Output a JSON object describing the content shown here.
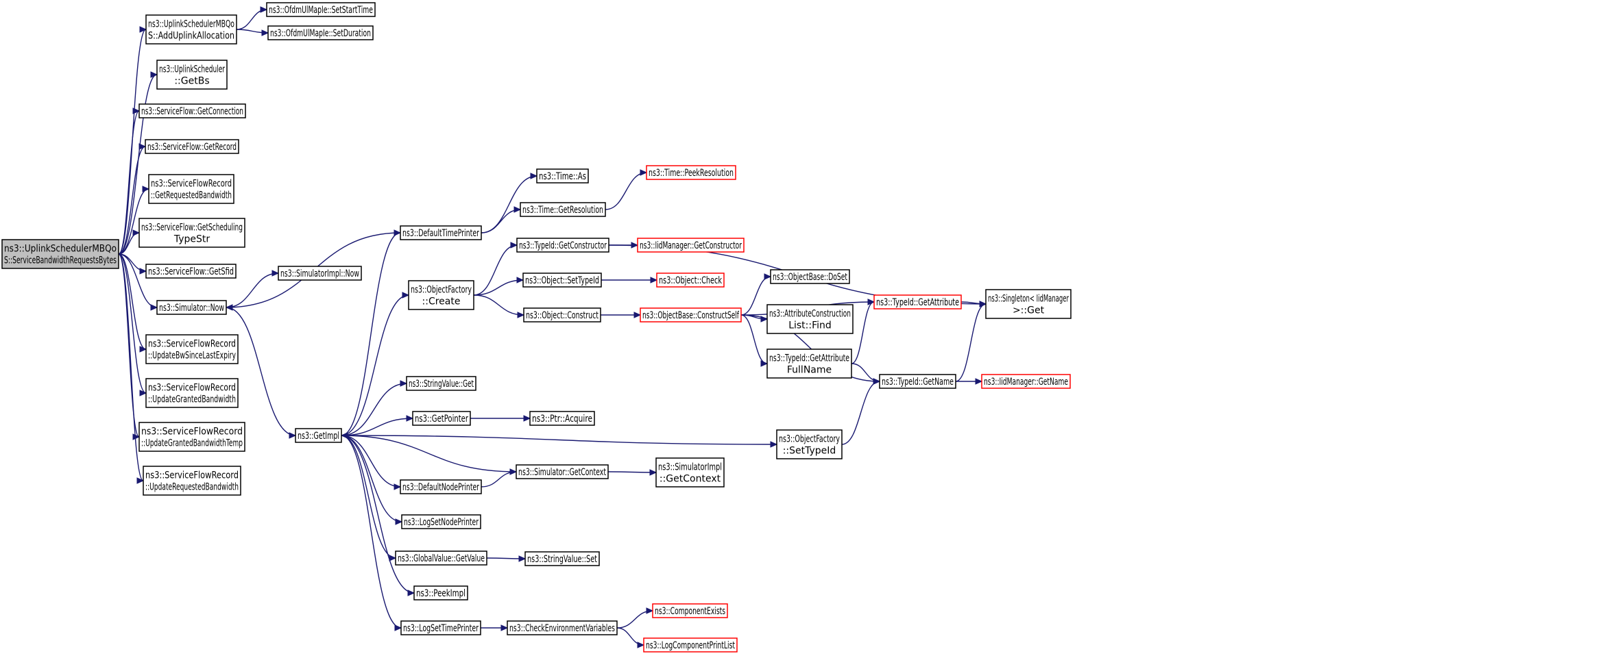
{
  "colors": {
    "edge": "#191970",
    "node_border": "#000000",
    "truncated_border": "#ff0000",
    "root_fill": "#bfbfbf",
    "background": "#ffffff"
  },
  "nodes": [
    {
      "id": "root",
      "lines": [
        "ns3::UplinkSchedulerMBQo",
        "S::ServiceBandwidthRequestsBytes"
      ],
      "root": true
    },
    {
      "id": "addul",
      "lines": [
        "ns3::UplinkSchedulerMBQo",
        "S::AddUplinkAllocation"
      ]
    },
    {
      "id": "setstart",
      "lines": [
        "ns3::OfdmUlMapIe::SetStartTime"
      ]
    },
    {
      "id": "setdur",
      "lines": [
        "ns3::OfdmUlMapIe::SetDuration"
      ]
    },
    {
      "id": "getbs",
      "lines": [
        "ns3::UplinkScheduler",
        "::GetBs"
      ]
    },
    {
      "id": "getconn",
      "lines": [
        "ns3::ServiceFlow::GetConnection"
      ]
    },
    {
      "id": "getrec",
      "lines": [
        "ns3::ServiceFlow::GetRecord"
      ]
    },
    {
      "id": "getreqbw",
      "lines": [
        "ns3::ServiceFlowRecord",
        "::GetRequestedBandwidth"
      ]
    },
    {
      "id": "getsched",
      "lines": [
        "ns3::ServiceFlow::GetScheduling",
        "TypeStr"
      ]
    },
    {
      "id": "getsfid",
      "lines": [
        "ns3::ServiceFlow::GetSfid"
      ]
    },
    {
      "id": "simnow",
      "lines": [
        "ns3::Simulator::Now"
      ]
    },
    {
      "id": "updbw",
      "lines": [
        "ns3::ServiceFlowRecord",
        "::UpdateBwSinceLastExpiry"
      ]
    },
    {
      "id": "updgr",
      "lines": [
        "ns3::ServiceFlowRecord",
        "::UpdateGrantedBandwidth"
      ]
    },
    {
      "id": "updgrt",
      "lines": [
        "ns3::ServiceFlowRecord",
        "::UpdateGrantedBandwidthTemp"
      ]
    },
    {
      "id": "updreq",
      "lines": [
        "ns3::ServiceFlowRecord",
        "::UpdateRequestedBandwidth"
      ]
    },
    {
      "id": "simimplnow",
      "lines": [
        "ns3::SimulatorImpl::Now"
      ]
    },
    {
      "id": "getimpl",
      "lines": [
        "ns3::GetImpl"
      ]
    },
    {
      "id": "deftp",
      "lines": [
        "ns3::DefaultTimePrinter"
      ]
    },
    {
      "id": "ofcreate",
      "lines": [
        "ns3::ObjectFactory",
        "::Create"
      ]
    },
    {
      "id": "svget",
      "lines": [
        "ns3::StringValue::Get"
      ]
    },
    {
      "id": "getptr",
      "lines": [
        "ns3::GetPointer"
      ]
    },
    {
      "id": "defnp",
      "lines": [
        "ns3::DefaultNodePrinter"
      ]
    },
    {
      "id": "logsnp",
      "lines": [
        "ns3::LogSetNodePrinter"
      ]
    },
    {
      "id": "gvget",
      "lines": [
        "ns3::GlobalValue::GetValue"
      ]
    },
    {
      "id": "peekimpl",
      "lines": [
        "ns3::PeekImpl"
      ]
    },
    {
      "id": "logstp",
      "lines": [
        "ns3::LogSetTimePrinter"
      ]
    },
    {
      "id": "timeas",
      "lines": [
        "ns3::Time::As"
      ]
    },
    {
      "id": "timegetres",
      "lines": [
        "ns3::Time::GetResolution"
      ]
    },
    {
      "id": "tidgetctor",
      "lines": [
        "ns3::TypeId::GetConstructor"
      ]
    },
    {
      "id": "objsettid",
      "lines": [
        "ns3::Object::SetTypeId"
      ]
    },
    {
      "id": "objconstruct",
      "lines": [
        "ns3::Object::Construct"
      ]
    },
    {
      "id": "ptracq",
      "lines": [
        "ns3::Ptr::Acquire"
      ]
    },
    {
      "id": "simgetctx",
      "lines": [
        "ns3::Simulator::GetContext"
      ]
    },
    {
      "id": "svset",
      "lines": [
        "ns3::StringValue::Set"
      ]
    },
    {
      "id": "checkenv",
      "lines": [
        "ns3::CheckEnvironmentVariables"
      ]
    },
    {
      "id": "timepeek",
      "lines": [
        "ns3::Time::PeekResolution"
      ],
      "truncated": true
    },
    {
      "id": "iidgetctor",
      "lines": [
        "ns3::IidManager::GetConstructor"
      ],
      "truncated": true
    },
    {
      "id": "objcheck",
      "lines": [
        "ns3::Object::Check"
      ],
      "truncated": true
    },
    {
      "id": "obconstructself",
      "lines": [
        "ns3::ObjectBase::ConstructSelf"
      ],
      "truncated": true
    },
    {
      "id": "simimplgetctx",
      "lines": [
        "ns3::SimulatorImpl",
        "::GetContext"
      ]
    },
    {
      "id": "compexists",
      "lines": [
        "ns3::ComponentExists"
      ],
      "truncated": true
    },
    {
      "id": "logcpl",
      "lines": [
        "ns3::LogComponentPrintList"
      ],
      "truncated": true
    },
    {
      "id": "obdoset",
      "lines": [
        "ns3::ObjectBase::DoSet"
      ]
    },
    {
      "id": "acfind",
      "lines": [
        "ns3::AttributeConstruction",
        "List::Find"
      ]
    },
    {
      "id": "tidgetattrfn",
      "lines": [
        "ns3::TypeId::GetAttribute",
        "FullName"
      ]
    },
    {
      "id": "ofsettid",
      "lines": [
        "ns3::ObjectFactory",
        "::SetTypeId"
      ]
    },
    {
      "id": "tidgetattr",
      "lines": [
        "ns3::TypeId::GetAttribute"
      ],
      "truncated": true
    },
    {
      "id": "tidgetname",
      "lines": [
        "ns3::TypeId::GetName"
      ]
    },
    {
      "id": "singleton",
      "lines": [
        "ns3::Singleton< IidManager",
        " >::Get"
      ]
    },
    {
      "id": "iidgetname",
      "lines": [
        "ns3::IidManager::GetName"
      ],
      "truncated": true
    }
  ],
  "edges": [
    [
      "root",
      "addul"
    ],
    [
      "root",
      "getbs"
    ],
    [
      "root",
      "getconn"
    ],
    [
      "root",
      "getrec"
    ],
    [
      "root",
      "getreqbw"
    ],
    [
      "root",
      "getsched"
    ],
    [
      "root",
      "getsfid"
    ],
    [
      "root",
      "simnow"
    ],
    [
      "root",
      "updbw"
    ],
    [
      "root",
      "updgr"
    ],
    [
      "root",
      "updgrt"
    ],
    [
      "root",
      "updreq"
    ],
    [
      "addul",
      "setstart"
    ],
    [
      "addul",
      "setdur"
    ],
    [
      "simnow",
      "simimplnow"
    ],
    [
      "simnow",
      "getimpl"
    ],
    [
      "deftp",
      "simnow"
    ],
    [
      "getimpl",
      "deftp"
    ],
    [
      "getimpl",
      "ofcreate"
    ],
    [
      "getimpl",
      "svget"
    ],
    [
      "getimpl",
      "getptr"
    ],
    [
      "getimpl",
      "defnp"
    ],
    [
      "getimpl",
      "logsnp"
    ],
    [
      "getimpl",
      "gvget"
    ],
    [
      "getimpl",
      "peekimpl"
    ],
    [
      "getimpl",
      "logstp"
    ],
    [
      "getimpl",
      "ofsettid"
    ],
    [
      "simgetctx",
      "getimpl"
    ],
    [
      "deftp",
      "timeas"
    ],
    [
      "deftp",
      "timegetres"
    ],
    [
      "timegetres",
      "timepeek"
    ],
    [
      "ofcreate",
      "tidgetctor"
    ],
    [
      "ofcreate",
      "objsettid"
    ],
    [
      "ofcreate",
      "objconstruct"
    ],
    [
      "tidgetctor",
      "iidgetctor"
    ],
    [
      "tidgetctor",
      "singleton"
    ],
    [
      "objsettid",
      "objcheck"
    ],
    [
      "objconstruct",
      "obconstructself"
    ],
    [
      "obconstructself",
      "obdoset"
    ],
    [
      "obconstructself",
      "acfind"
    ],
    [
      "obconstructself",
      "tidgetattrfn"
    ],
    [
      "obconstructself",
      "tidgetattr"
    ],
    [
      "obconstructself",
      "tidgetname"
    ],
    [
      "getptr",
      "ptracq"
    ],
    [
      "defnp",
      "simgetctx"
    ],
    [
      "simgetctx",
      "simimplgetctx"
    ],
    [
      "gvget",
      "svset"
    ],
    [
      "logstp",
      "checkenv"
    ],
    [
      "checkenv",
      "compexists"
    ],
    [
      "checkenv",
      "logcpl"
    ],
    [
      "tidgetattrfn",
      "tidgetattr"
    ],
    [
      "tidgetattrfn",
      "tidgetname"
    ],
    [
      "ofsettid",
      "tidgetname"
    ],
    [
      "tidgetattr",
      "singleton"
    ],
    [
      "tidgetname",
      "singleton"
    ],
    [
      "tidgetname",
      "iidgetname"
    ]
  ]
}
